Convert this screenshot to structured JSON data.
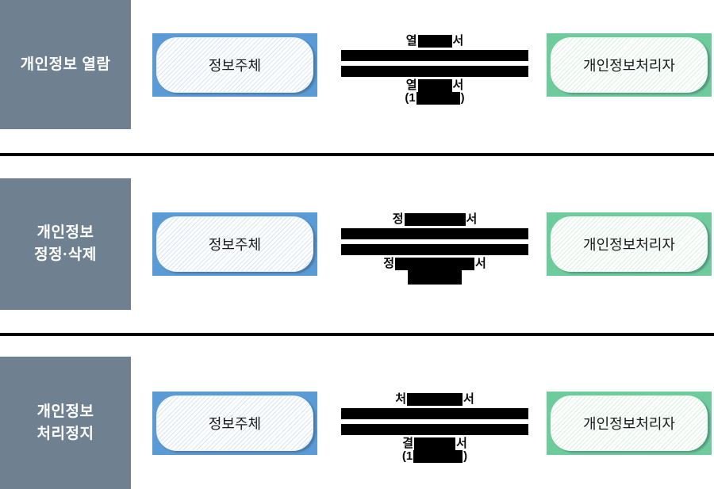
{
  "colors": {
    "side_label_bg": "#6f8191",
    "side_label_text": "#ffffff",
    "subject_box_border": "#5b9bd5",
    "processor_box_border": "#6ecb9b",
    "redaction": "#000000",
    "divider": "#000000"
  },
  "sections": [
    {
      "id": "access",
      "title_line1": "개인정보 열람",
      "title_line2": "",
      "subject": "정보주체",
      "processor": "개인정보처리자",
      "top_label": {
        "prefix": "열",
        "suffix": "서"
      },
      "bottom_line1": {
        "prefix": "열",
        "suffix": "서"
      },
      "bottom_line2": {
        "prefix": "(1",
        "suffix": ")"
      }
    },
    {
      "id": "correction",
      "title_line1": "개인정보",
      "title_line2": "정정·삭제",
      "subject": "정보주체",
      "processor": "개인정보처리자",
      "top_label": {
        "prefix": "정",
        "suffix": "서"
      },
      "bottom_line1": {
        "prefix": "정",
        "suffix": "서"
      },
      "bottom_line2": {
        "prefix": "",
        "suffix": ""
      }
    },
    {
      "id": "suspension",
      "title_line1": "개인정보",
      "title_line2": "처리정지",
      "subject": "정보주체",
      "processor": "개인정보처리자",
      "top_label": {
        "prefix": "처",
        "suffix": "서"
      },
      "bottom_line1": {
        "prefix": "결",
        "suffix": "서"
      },
      "bottom_line2": {
        "prefix": "(1",
        "suffix": ")"
      }
    }
  ]
}
